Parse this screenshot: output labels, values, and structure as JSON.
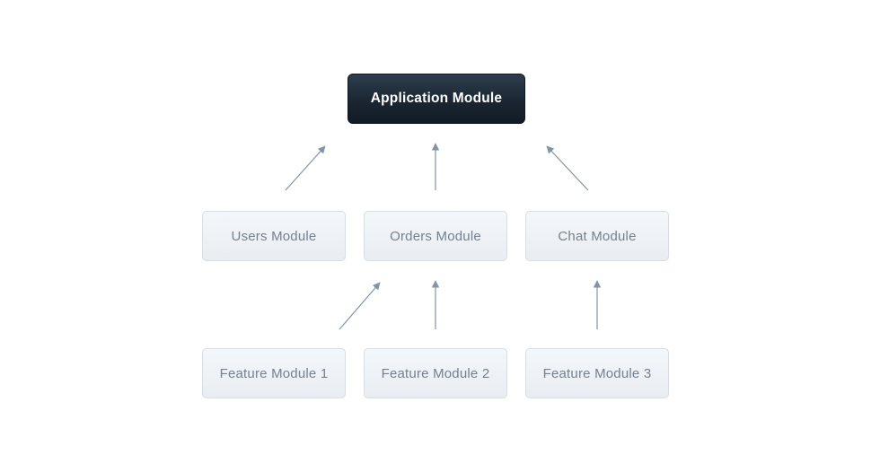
{
  "diagram": {
    "nodes": [
      {
        "id": "application-module",
        "label": "Application Module"
      },
      {
        "id": "users-module",
        "label": "Users Module"
      },
      {
        "id": "orders-module",
        "label": "Orders Module"
      },
      {
        "id": "chat-module",
        "label": "Chat Module"
      },
      {
        "id": "feature-module-1",
        "label": "Feature Module 1"
      },
      {
        "id": "feature-module-2",
        "label": "Feature Module 2"
      },
      {
        "id": "feature-module-3",
        "label": "Feature Module 3"
      }
    ],
    "edges": [
      {
        "from": "Users Module",
        "to": "Application Module"
      },
      {
        "from": "Orders Module",
        "to": "Application Module"
      },
      {
        "from": "Chat Module",
        "to": "Application Module"
      },
      {
        "from": "Feature Module 1",
        "to": "Orders Module"
      },
      {
        "from": "Feature Module 2",
        "to": "Orders Module"
      },
      {
        "from": "Feature Module 3",
        "to": "Chat Module"
      }
    ],
    "colors": {
      "background": "#ffffff",
      "root_box_top": "#2d3e4e",
      "root_box_bottom": "#121b25",
      "root_text": "#ffffff",
      "node_box_top": "#f4f7fa",
      "node_box_bottom": "#e9edf2",
      "node_border": "#d6dee6",
      "node_text": "#75818f",
      "arrow": "#8494a4"
    }
  }
}
